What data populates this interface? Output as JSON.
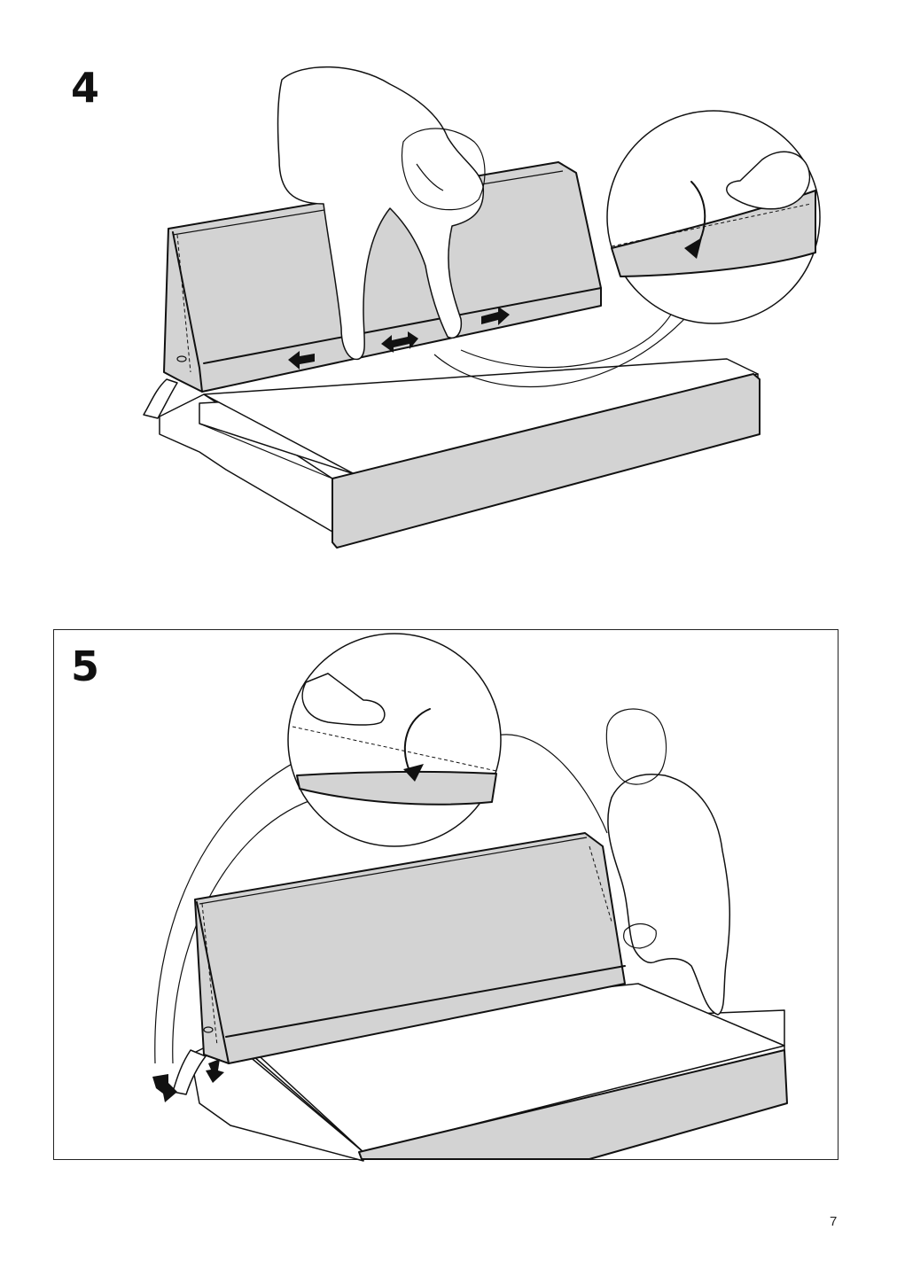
{
  "document": {
    "steps": [
      {
        "number": "4"
      },
      {
        "number": "5"
      }
    ],
    "page_number": "7",
    "colors": {
      "fabric_fill": "#d3d3d3",
      "line": "#111111",
      "background": "#ffffff"
    },
    "icons": [
      "direction-arrow-left-icon",
      "direction-arrow-right-icon",
      "double-arrow-icon",
      "curved-fold-arrow-icon"
    ]
  }
}
